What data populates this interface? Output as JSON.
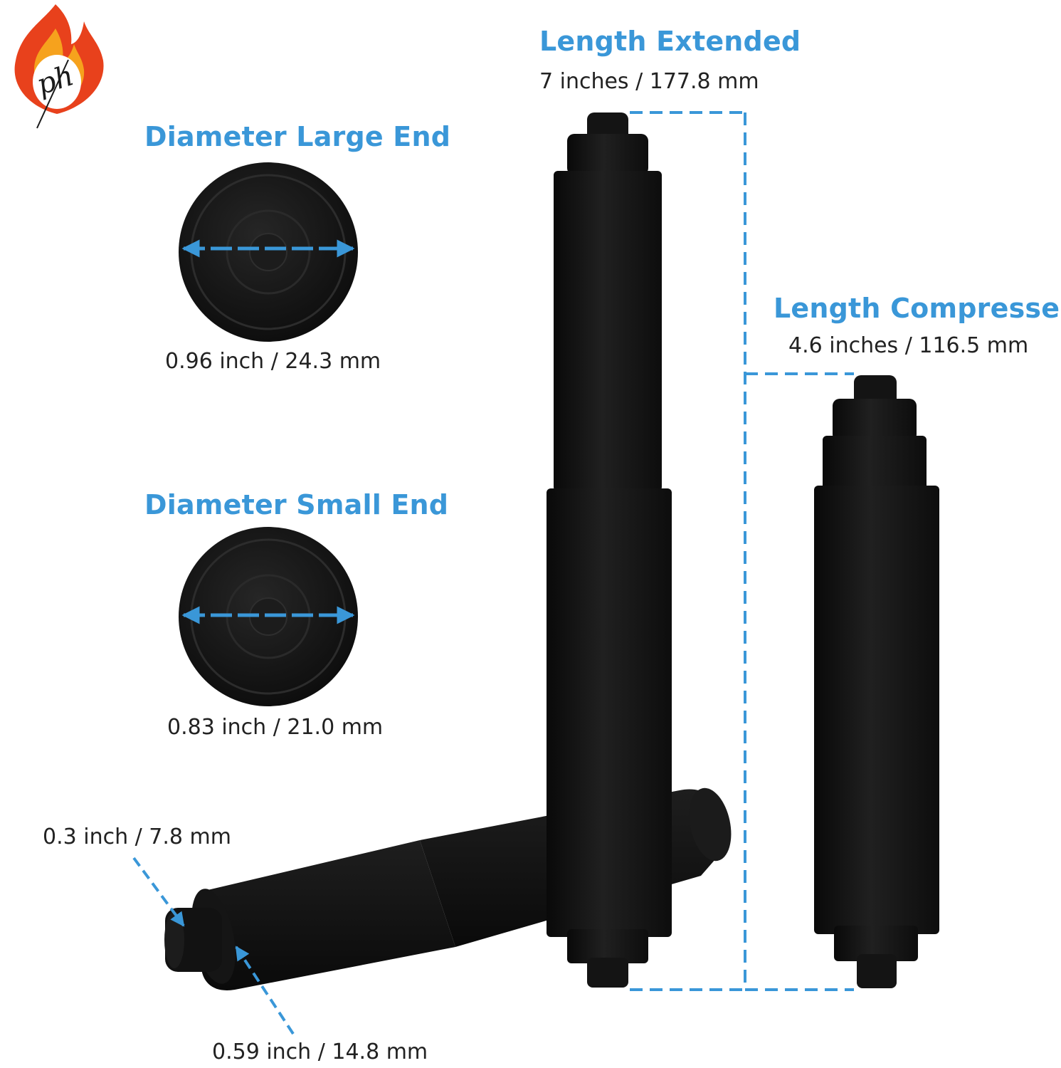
{
  "brand": {
    "logo_text": "ph",
    "colors": {
      "flame_outer": "#e8411c",
      "flame_inner": "#f6a21d"
    }
  },
  "colors": {
    "accent": "#3a97d8",
    "product": "#141414",
    "text": "#222222",
    "background": "#ffffff"
  },
  "diameter_large": {
    "title": "Diameter Large End",
    "value": "0.96 inch / 24.3 mm"
  },
  "diameter_small": {
    "title": "Diameter Small End",
    "value": "0.83 inch / 21.0 mm"
  },
  "length_extended": {
    "title": "Length Extended",
    "value": "7 inches / 177.8 mm"
  },
  "length_compressed": {
    "title": "Length Compressed",
    "value": "4.6 inches / 116.5 mm"
  },
  "end_inner_diameter": {
    "value": "0.3 inch / 7.8 mm"
  },
  "end_outer_diameter": {
    "value": "0.59 inch / 14.8 mm"
  }
}
